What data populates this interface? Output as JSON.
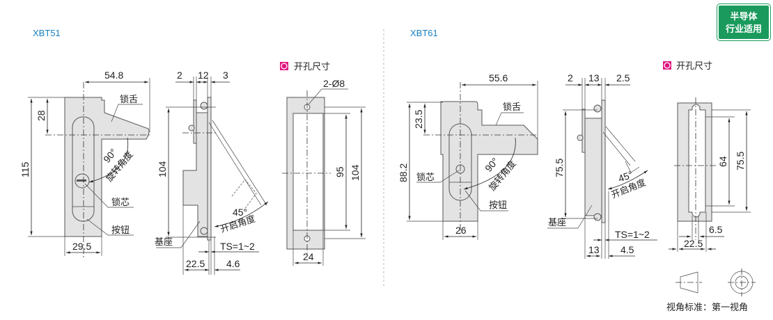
{
  "badge": {
    "line1": "半导体",
    "line2": "行业适用"
  },
  "left": {
    "title": "XBT51",
    "front": {
      "width_top": "54.8",
      "height": "115",
      "tongue_offset": "28",
      "width_bottom": "29.5",
      "tongue": "锁舌",
      "angle": "90°",
      "angle_label": "旋转角度",
      "core": "锁芯",
      "button": "按钮"
    },
    "side": {
      "d1": "2",
      "d2": "12",
      "d3": "3",
      "height": "104",
      "angle": "45°",
      "angle_label": "开启角度",
      "base": "基座",
      "ts": "TS=1~2",
      "depth": "22.5",
      "d4": "4.6"
    },
    "cutout": {
      "label": "开孔尺寸",
      "holes": "2-Ø8",
      "h_inner": "95",
      "h_outer": "104",
      "width": "24"
    }
  },
  "right": {
    "title": "XBT61",
    "front": {
      "width_top": "55.6",
      "height": "88.2",
      "tongue_offset": "23.5",
      "width_bottom": "26",
      "tongue": "锁舌",
      "angle": "90°",
      "angle_label": "旋转角度",
      "core": "锁芯",
      "button": "按钮"
    },
    "side": {
      "d1": "2",
      "d2": "13",
      "d3": "2.5",
      "height": "75.5",
      "angle": "45°",
      "angle_label": "开启角度",
      "base": "基座",
      "ts": "TS=1~2",
      "depth": "13",
      "d4": "4.5"
    },
    "cutout": {
      "label": "开孔尺寸",
      "h_inner": "64",
      "h_outer": "75.5",
      "slot": "6.5",
      "width": "22.5"
    }
  },
  "projection": {
    "label": "视角标准：第一视角"
  },
  "colors": {
    "title": "#1a7fc1",
    "badge": "#1a9a5c",
    "marker": "#e0157f"
  }
}
